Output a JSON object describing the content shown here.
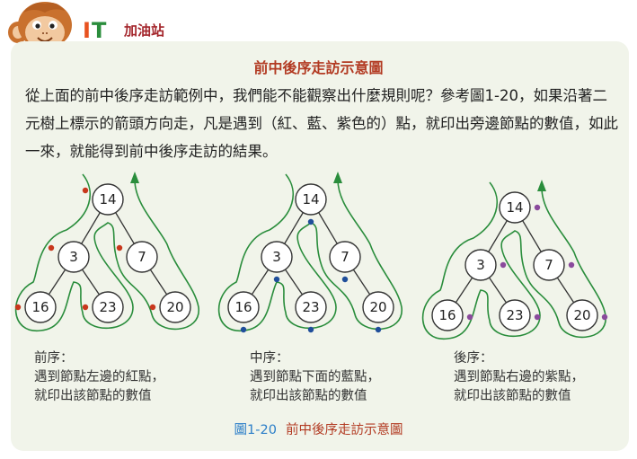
{
  "header": {
    "brand_it": "IT",
    "brand_text": "加油站"
  },
  "title": "前中後序走訪示意圖",
  "paragraph": "從上面的前中後序走訪範例中，我們能不能觀察出什麼規則呢？參考圖1-20，如果沿著二元樹上標示的箭頭方向走，凡是遇到（紅、藍、紫色的）點，就印出旁邊節點的數值，如此一來，就能得到前中後序走訪的結果。",
  "trees": [
    {
      "nodes": [
        "14",
        "3",
        "7",
        "16",
        "23",
        "20"
      ],
      "dot_color": "#c8371c",
      "caption": {
        "title": "前序：",
        "line1": "遇到節點左邊的紅點，",
        "line2": "就印出該節點的數值"
      }
    },
    {
      "nodes": [
        "14",
        "3",
        "7",
        "16",
        "23",
        "20"
      ],
      "dot_color": "#1f4e9a",
      "caption": {
        "title": "中序：",
        "line1": "遇到節點下面的藍點，",
        "line2": "就印出該節點的數值"
      }
    },
    {
      "nodes": [
        "14",
        "3",
        "7",
        "16",
        "23",
        "20"
      ],
      "dot_color": "#8a4a9c",
      "caption": {
        "title": "後序：",
        "line1": "遇到節點右邊的紫點，",
        "line2": "就印出該節點的數值"
      }
    }
  ],
  "figure_caption": {
    "number": "圖1-20",
    "text": "前中後序走訪示意圖"
  },
  "colors": {
    "path": "#2a8d3c",
    "title": "#b23a22",
    "panel": "#f1f4ea"
  }
}
